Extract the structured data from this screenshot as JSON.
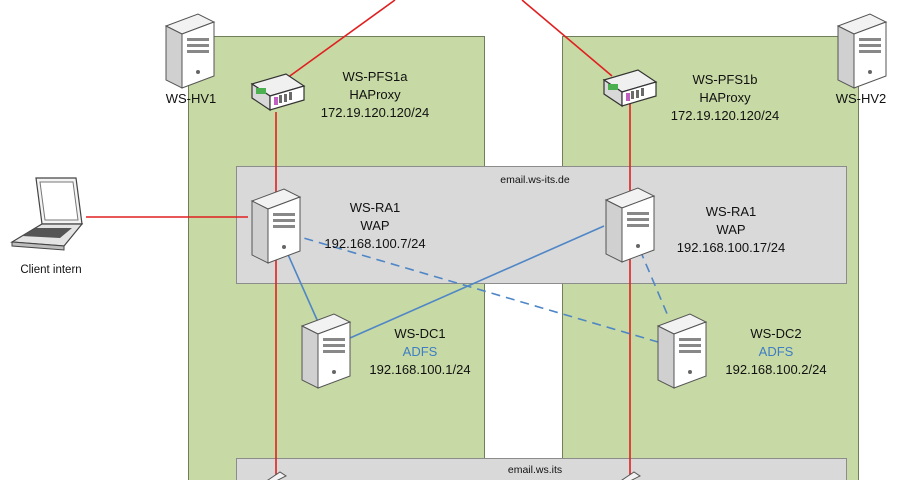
{
  "hosts": {
    "hv1": {
      "name": "WS-HV1"
    },
    "hv2": {
      "name": "WS-HV2"
    }
  },
  "zones": {
    "top_band": {
      "label": "email.ws-its.de"
    },
    "bottom_band": {
      "label": "email.ws.its"
    }
  },
  "client": {
    "label": "Client intern"
  },
  "nodes": {
    "pfs1a": {
      "name": "WS-PFS1a",
      "role": "HAProxy",
      "ip": "172.19.120.120/24"
    },
    "pfs1b": {
      "name": "WS-PFS1b",
      "role": "HAProxy",
      "ip": "172.19.120.120/24"
    },
    "ra1_left": {
      "name": "WS-RA1",
      "role": "WAP",
      "ip": "192.168.100.7/24"
    },
    "ra1_right": {
      "name": "WS-RA1",
      "role": "WAP",
      "ip": "192.168.100.17/24"
    },
    "dc1": {
      "name": "WS-DC1",
      "role": "ADFS",
      "ip": "192.168.100.1/24"
    },
    "dc2": {
      "name": "WS-DC2",
      "role": "ADFS",
      "ip": "192.168.100.2/24"
    }
  },
  "colors": {
    "zone_fill": "#c7d9a4",
    "band_fill": "#d9d9d9",
    "link_red": "#e02020",
    "link_blue": "#4f86c6",
    "adfs_text": "#3d7ec4"
  },
  "icons": {
    "server": "server-tower-icon",
    "firewall": "firewall-appliance-icon",
    "laptop": "laptop-icon"
  }
}
